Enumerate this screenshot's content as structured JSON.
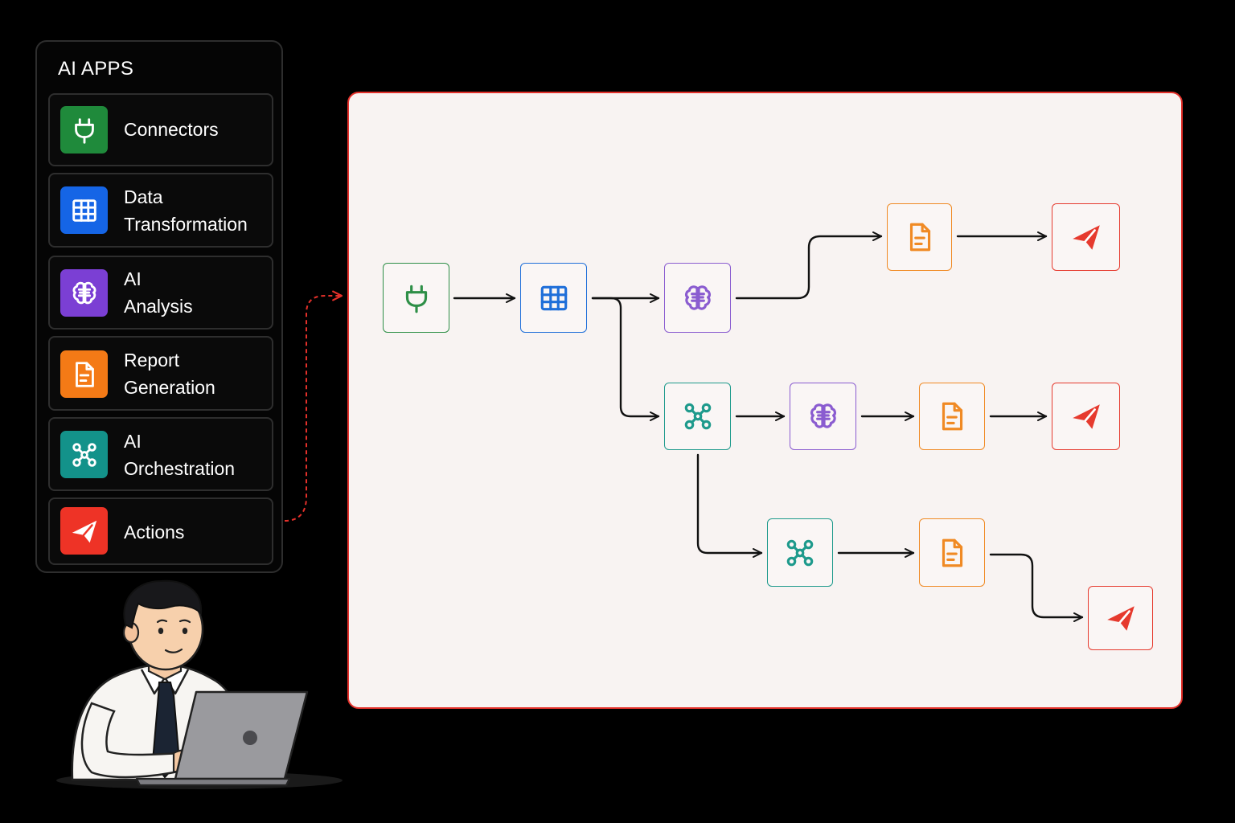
{
  "panel": {
    "title": "AI APPS",
    "items": [
      {
        "label": "Connectors",
        "icon": "plug-icon",
        "color": "#1f8a3b"
      },
      {
        "label": "Data\nTransformation",
        "icon": "table-icon",
        "color": "#1565e6"
      },
      {
        "label": "AI\nAnalysis",
        "icon": "brain-icon",
        "color": "#7b3fd4"
      },
      {
        "label": "Report\nGeneration",
        "icon": "document-icon",
        "color": "#f47a16"
      },
      {
        "label": "AI\nOrchestration",
        "icon": "network-icon",
        "color": "#13928a"
      },
      {
        "label": "Actions",
        "icon": "send-icon",
        "color": "#ee3326"
      }
    ]
  },
  "colors": {
    "connector": "#2e8f47",
    "transform": "#1f6fd9",
    "analysis": "#8a5cd0",
    "report": "#f08a24",
    "orchestration": "#1e9a8c",
    "action": "#e63a2e",
    "canvas_border": "#e3302a",
    "canvas_bg": "#f8f3f2",
    "link_dash": "#e3302a"
  },
  "workflow_nodes": [
    {
      "id": "n1",
      "type": "connector",
      "icon": "plug-icon"
    },
    {
      "id": "n2",
      "type": "transform",
      "icon": "table-icon"
    },
    {
      "id": "n3",
      "type": "analysis",
      "icon": "brain-icon"
    },
    {
      "id": "n4",
      "type": "report",
      "icon": "document-icon"
    },
    {
      "id": "n5",
      "type": "action",
      "icon": "send-icon"
    },
    {
      "id": "n6",
      "type": "orchestration",
      "icon": "network-icon"
    },
    {
      "id": "n7",
      "type": "analysis",
      "icon": "brain-icon"
    },
    {
      "id": "n8",
      "type": "report",
      "icon": "document-icon"
    },
    {
      "id": "n9",
      "type": "action",
      "icon": "send-icon"
    },
    {
      "id": "n10",
      "type": "orchestration",
      "icon": "network-icon"
    },
    {
      "id": "n11",
      "type": "report",
      "icon": "document-icon"
    },
    {
      "id": "n12",
      "type": "action",
      "icon": "send-icon"
    }
  ],
  "workflow_edges": [
    [
      "n1",
      "n2"
    ],
    [
      "n2",
      "n3"
    ],
    [
      "n3",
      "n4"
    ],
    [
      "n4",
      "n5"
    ],
    [
      "n2",
      "n6"
    ],
    [
      "n6",
      "n7"
    ],
    [
      "n7",
      "n8"
    ],
    [
      "n8",
      "n9"
    ],
    [
      "n6",
      "n10"
    ],
    [
      "n10",
      "n11"
    ],
    [
      "n11",
      "n12"
    ]
  ]
}
